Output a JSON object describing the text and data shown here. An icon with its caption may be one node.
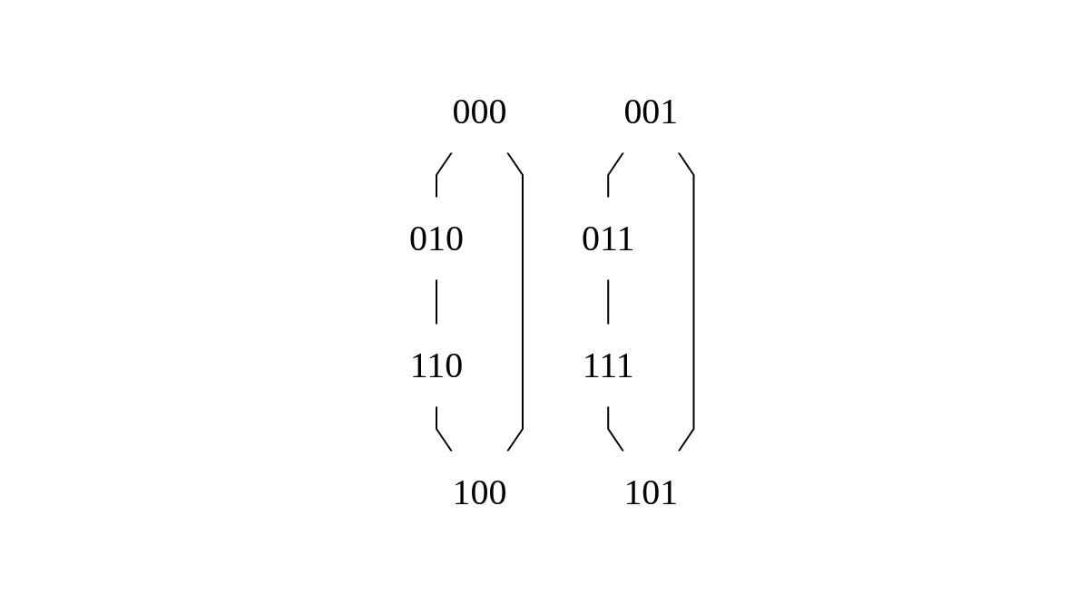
{
  "diagram": {
    "nodes": [
      {
        "text": [
          "000"
        ]
      },
      {
        "text": [
          "001"
        ]
      },
      {
        "text": [
          "011"
        ]
      },
      {
        "text": [
          "010"
        ]
      },
      {
        "text": [
          "110"
        ]
      },
      {
        "text": [
          "111"
        ]
      },
      {
        "text": [
          "101"
        ]
      },
      {
        "text": [
          "100"
        ]
      }
    ],
    "edges": [
      {
        "from": 0,
        "to": 3,
        "arrow": "none"
      },
      {
        "from": 1,
        "to": 2,
        "arrow": "none"
      },
      {
        "from": 4,
        "to": 7,
        "arrow": "none"
      },
      {
        "from": 5,
        "to": 6,
        "arrow": "none"
      },
      {
        "from": 3,
        "to": 4,
        "arrow": "none"
      },
      {
        "from": 2,
        "to": 5,
        "arrow": "none"
      },
      {
        "from": 1,
        "to": 6,
        "arrow": "none"
      },
      {
        "from": 0,
        "to": 7,
        "arrow": "none"
      }
    ]
  }
}
